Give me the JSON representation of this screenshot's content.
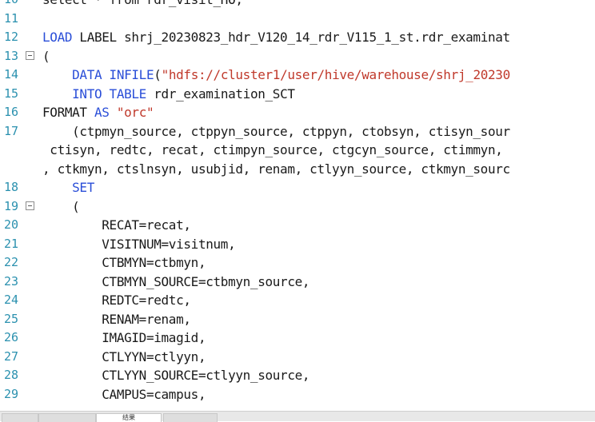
{
  "editor": {
    "lines": [
      {
        "num": "10",
        "parts": [
          {
            "t": "select * from rdr_visit_HO;",
            "c": ""
          }
        ]
      },
      {
        "num": "11",
        "parts": []
      },
      {
        "num": "12",
        "parts": [
          {
            "t": "LOAD",
            "c": "kw"
          },
          {
            "t": " LABEL shrj_20230823_hdr_V120_14_rdr_V115_1_st.rdr_examinat",
            "c": ""
          }
        ]
      },
      {
        "num": "13",
        "fold": true,
        "parts": [
          {
            "t": "(",
            "c": ""
          }
        ]
      },
      {
        "num": "14",
        "parts": [
          {
            "t": "    ",
            "c": ""
          },
          {
            "t": "DATA INFILE",
            "c": "kw"
          },
          {
            "t": "(",
            "c": ""
          },
          {
            "t": "\"hdfs://cluster1/user/hive/warehouse/shrj_20230",
            "c": "str"
          }
        ]
      },
      {
        "num": "15",
        "parts": [
          {
            "t": "    ",
            "c": ""
          },
          {
            "t": "INTO TABLE",
            "c": "kw"
          },
          {
            "t": " rdr_examination_SCT",
            "c": ""
          }
        ]
      },
      {
        "num": "16",
        "parts": [
          {
            "t": "FORMAT ",
            "c": ""
          },
          {
            "t": "AS",
            "c": "kw"
          },
          {
            "t": " ",
            "c": ""
          },
          {
            "t": "\"orc\"",
            "c": "str"
          }
        ]
      },
      {
        "num": "17",
        "parts": [
          {
            "t": "    (ctpmyn_source, ctppyn_source, ctppyn, ctobsyn, ctisyn_sour",
            "c": ""
          }
        ]
      },
      {
        "num": "",
        "parts": [
          {
            "t": " ctisyn, redtc, recat, ctimpyn_source, ctgcyn_source, ctimmyn,",
            "c": ""
          }
        ]
      },
      {
        "num": "",
        "parts": [
          {
            "t": ", ctkmyn, ctslnsyn, usubjid, renam, ctlyyn_source, ctkmyn_sourc",
            "c": ""
          }
        ]
      },
      {
        "num": "18",
        "parts": [
          {
            "t": "    ",
            "c": ""
          },
          {
            "t": "SET",
            "c": "kw"
          }
        ]
      },
      {
        "num": "19",
        "fold": true,
        "parts": [
          {
            "t": "    (",
            "c": ""
          }
        ]
      },
      {
        "num": "20",
        "parts": [
          {
            "t": "        RECAT=recat,",
            "c": ""
          }
        ]
      },
      {
        "num": "21",
        "parts": [
          {
            "t": "        VISITNUM=visitnum,",
            "c": ""
          }
        ]
      },
      {
        "num": "22",
        "parts": [
          {
            "t": "        CTBMYN=ctbmyn,",
            "c": ""
          }
        ]
      },
      {
        "num": "23",
        "parts": [
          {
            "t": "        CTBMYN_SOURCE=ctbmyn_source,",
            "c": ""
          }
        ]
      },
      {
        "num": "24",
        "parts": [
          {
            "t": "        REDTC=redtc,",
            "c": ""
          }
        ]
      },
      {
        "num": "25",
        "parts": [
          {
            "t": "        RENAM=renam,",
            "c": ""
          }
        ]
      },
      {
        "num": "26",
        "parts": [
          {
            "t": "        IMAGID=imagid,",
            "c": ""
          }
        ]
      },
      {
        "num": "27",
        "parts": [
          {
            "t": "        CTLYYN=ctlyyn,",
            "c": ""
          }
        ]
      },
      {
        "num": "28",
        "parts": [
          {
            "t": "        CTLYYN_SOURCE=ctlyyn_source,",
            "c": ""
          }
        ]
      },
      {
        "num": "29",
        "parts": [
          {
            "t": "        CAMPUS=campus,",
            "c": ""
          }
        ]
      }
    ]
  },
  "bottom_tabs": [
    {
      "label": "",
      "active": false
    },
    {
      "label": "",
      "active": false
    },
    {
      "label": "结果",
      "active": true
    },
    {
      "label": "",
      "active": false
    }
  ]
}
